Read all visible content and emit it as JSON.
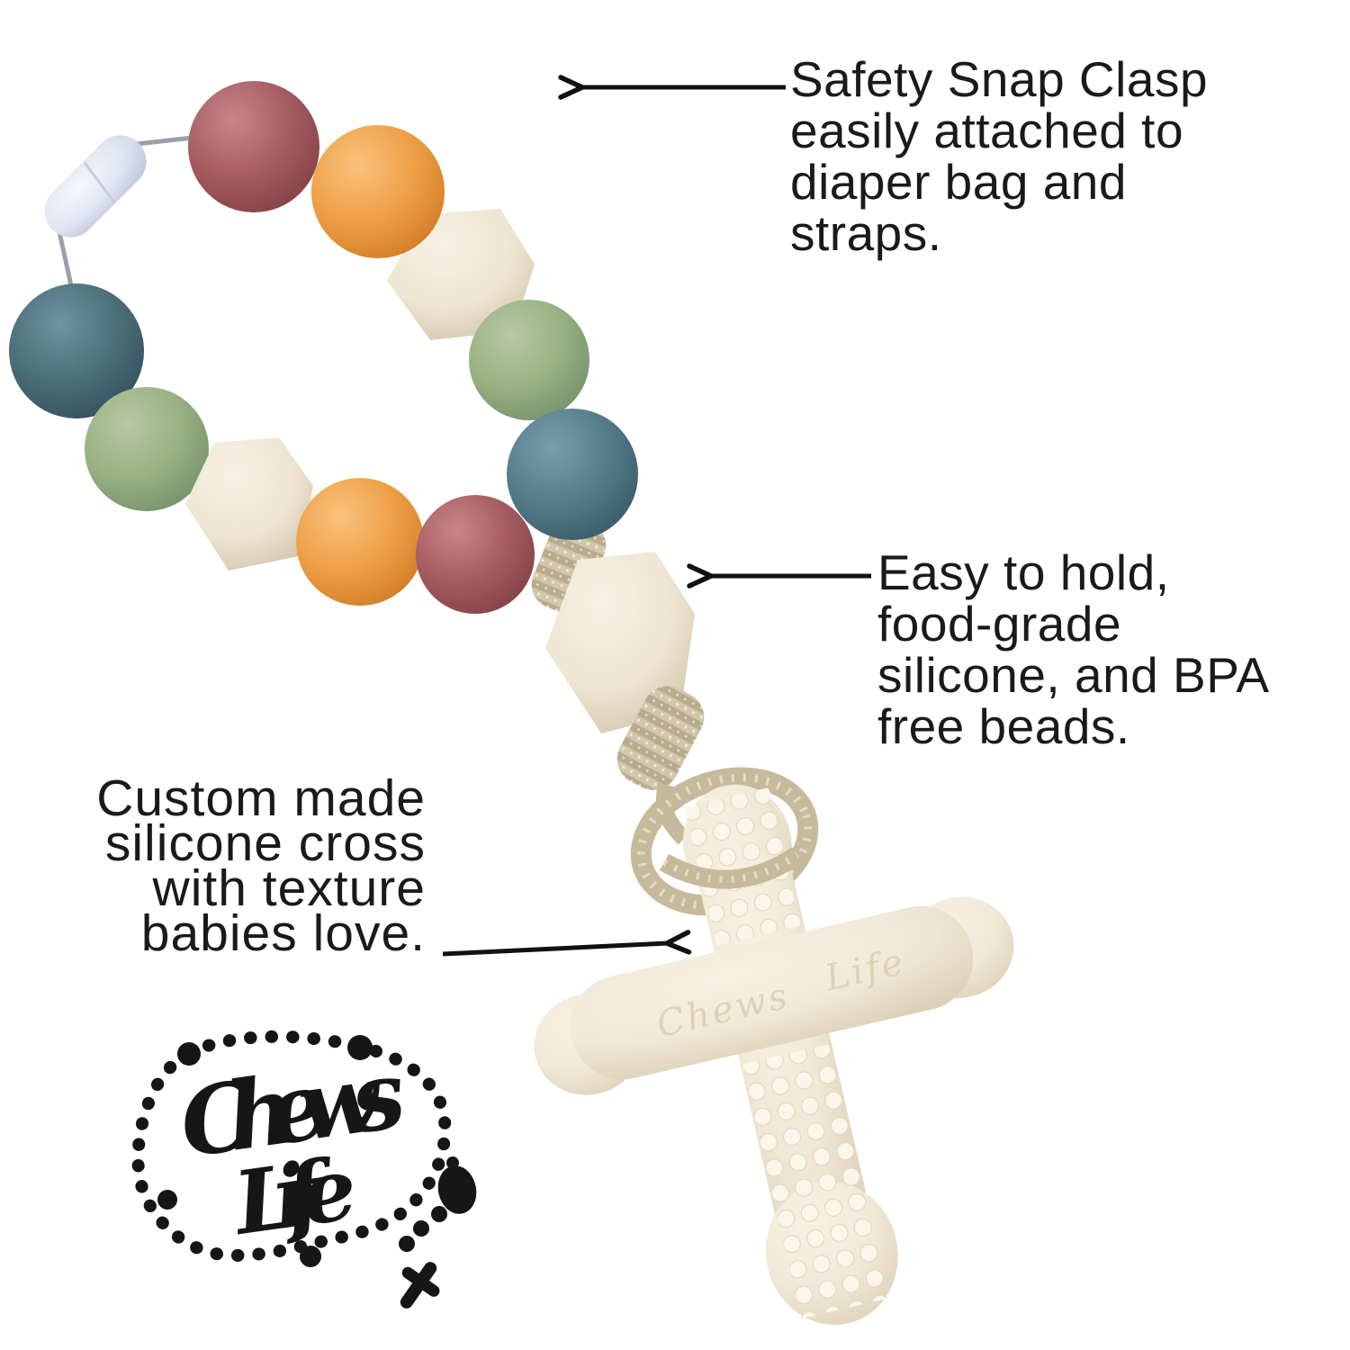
{
  "brand": {
    "name": "Chews Life",
    "logo_word1": "Chews",
    "logo_word2": "Life"
  },
  "annotations": [
    {
      "id": "clasp",
      "lines": [
        "Safety Snap Clasp",
        "easily attached to",
        "diaper bag and",
        "straps."
      ]
    },
    {
      "id": "beads",
      "lines": [
        "Easy to hold,",
        "food-grade",
        "silicone, and BPA",
        "free beads."
      ]
    },
    {
      "id": "cross",
      "lines": [
        "Custom made",
        "silicone cross",
        "with texture",
        "babies love."
      ]
    }
  ],
  "cross": {
    "embossed_word1": "Chews",
    "embossed_word2": "Life"
  },
  "product": {
    "item": "silicone bead teether rosary with cross",
    "bead_sequence_clockwise": [
      "pale-blue snap clasp",
      "mauve",
      "orange",
      "cream hexagon",
      "sage",
      "teal",
      "mauve",
      "orange",
      "cream hexagon",
      "sage",
      "teal"
    ],
    "cord": "tan braided cord",
    "pendant": "ivory textured silicone cross"
  },
  "colors": {
    "background": "#ffffff",
    "text": "#1a1a1a",
    "arrow": "#111111",
    "mauve": "#a75d61",
    "orange": "#efa148",
    "sage": "#9ab285",
    "teal": "#567d8c",
    "teal_dark": "#4d6f7c",
    "cream": "#eee4d1",
    "clasp": "#e2e6f3",
    "cord": "#c6ba9d",
    "cross_body": "#f1e9d7",
    "logo_ink": "#161616"
  }
}
